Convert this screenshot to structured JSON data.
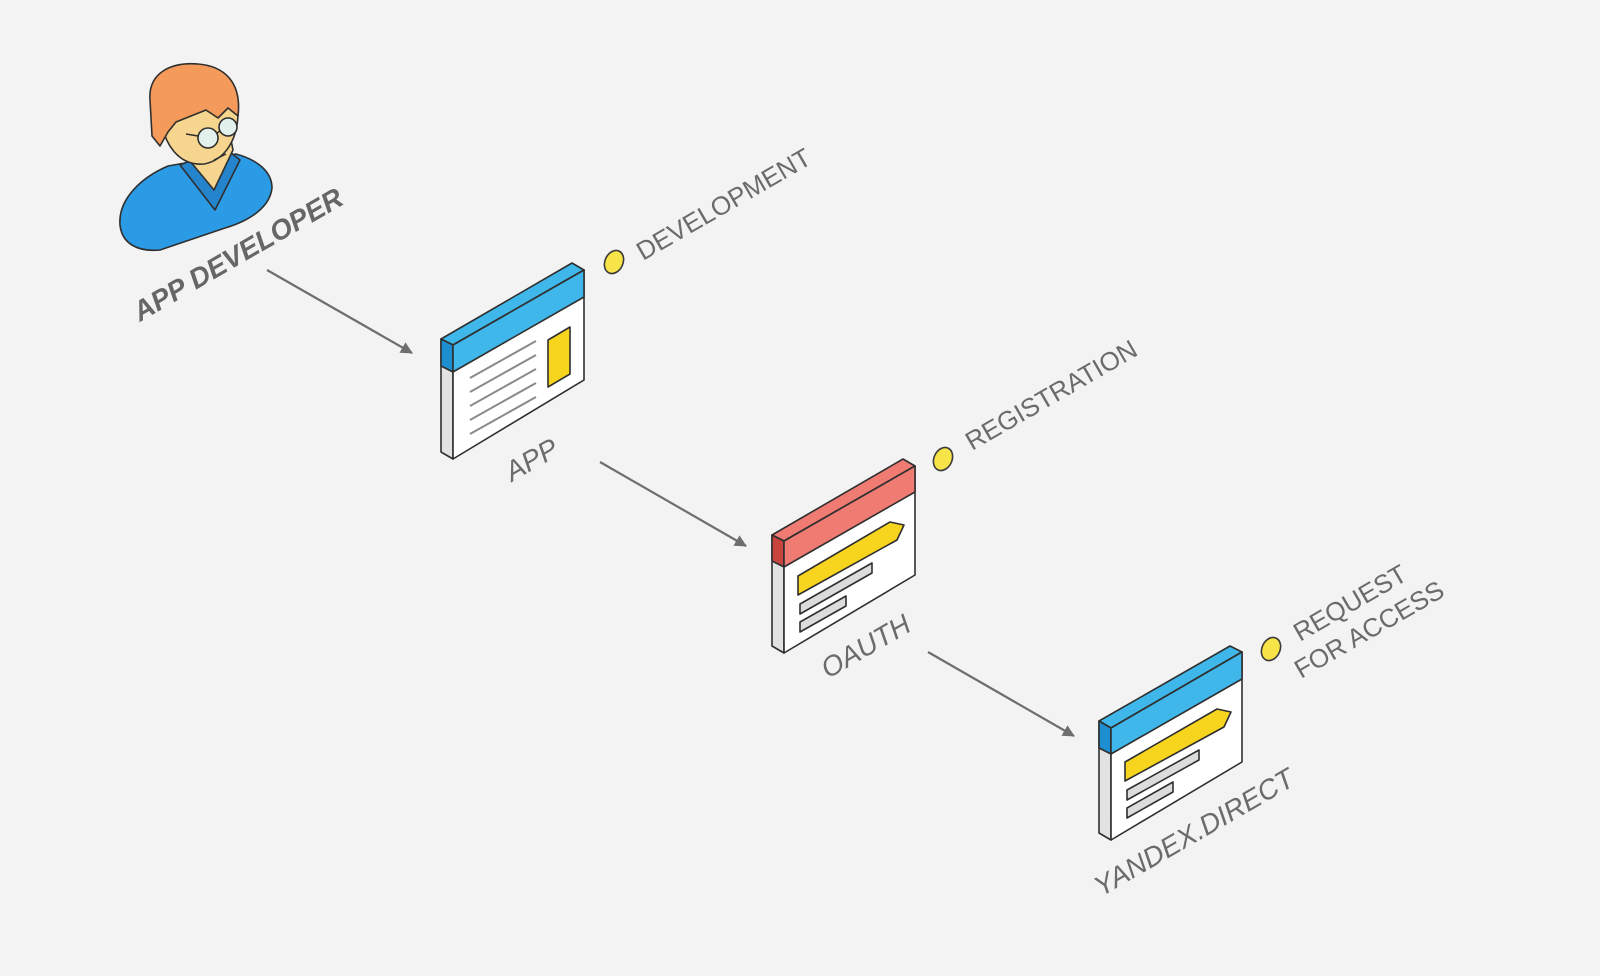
{
  "actor": {
    "label": "APP DEVELOPER",
    "icon": "developer-avatar-icon"
  },
  "nodes": [
    {
      "id": "app",
      "label": "APP",
      "step": [
        "DEVELOPMENT"
      ],
      "header_color": "#3fb7ea",
      "header_side_color": "#1d8fd0",
      "icon": "app-window-icon"
    },
    {
      "id": "oauth",
      "label": "OAUTH",
      "step": [
        "REGISTRATION"
      ],
      "header_color": "#ef7b72",
      "header_side_color": "#c8453e",
      "icon": "oauth-window-icon"
    },
    {
      "id": "direct",
      "label": "YANDEX.DIRECT",
      "step": [
        "REQUEST",
        "FOR ACCESS"
      ],
      "header_color": "#3fb7ea",
      "header_side_color": "#1d8fd0",
      "icon": "yandex-direct-window-icon"
    }
  ],
  "edges": [
    {
      "from": "actor",
      "to": "app"
    },
    {
      "from": "app",
      "to": "oauth"
    },
    {
      "from": "oauth",
      "to": "direct"
    }
  ],
  "colors": {
    "background": "#f3f3f3",
    "arrow": "#6e6e6e",
    "step_dot": "#f7e449",
    "highlight": "#f7d51e",
    "label": "#6b6b6b"
  }
}
